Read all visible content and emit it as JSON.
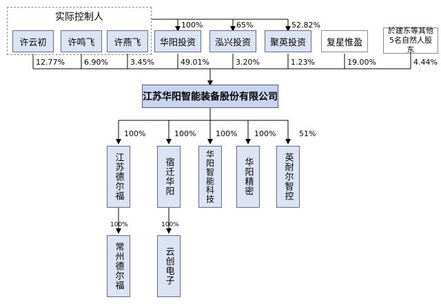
{
  "controller_group": {
    "title": "实际控制人"
  },
  "shareholders": [
    {
      "name": "许云初",
      "percent": "12.77%",
      "style": "blue"
    },
    {
      "name": "许鸣飞",
      "percent": "6.90%",
      "style": "blue"
    },
    {
      "name": "许燕飞",
      "percent": "3.45%",
      "style": "blue"
    },
    {
      "name": "华阳投资",
      "percent": "49.01%",
      "style": "blue",
      "upper_pct": "100%"
    },
    {
      "name": "泓兴投资",
      "percent": "3.20%",
      "style": "blue",
      "upper_pct": "65%"
    },
    {
      "name": "聚英投资",
      "percent": "1.23%",
      "style": "blue",
      "upper_pct": "52.82%"
    },
    {
      "name": "复星惟盈",
      "percent": "19.00%",
      "style": "white"
    },
    {
      "name": "於建东等其他5名自然人股东",
      "percent": "4.44%",
      "style": "white"
    }
  ],
  "company": {
    "name": "江苏华阳智能装备股份有限公司"
  },
  "subsidiaries": [
    {
      "name": "江苏德尔福",
      "percent": "100%",
      "child": {
        "name": "常州德尔福",
        "percent": "100%"
      }
    },
    {
      "name": "宿迁华阳",
      "percent": "100%",
      "child": {
        "name": "云创电子",
        "percent": "100%"
      }
    },
    {
      "name": "华阳智能科技",
      "percent": "100%"
    },
    {
      "name": "华阳精密",
      "percent": "100%"
    },
    {
      "name": "英耐尔智控",
      "percent": "51%"
    }
  ],
  "colors": {
    "box_fill": "#dce3f2",
    "company_fill": "#c9d5ee",
    "line": "#000000"
  }
}
